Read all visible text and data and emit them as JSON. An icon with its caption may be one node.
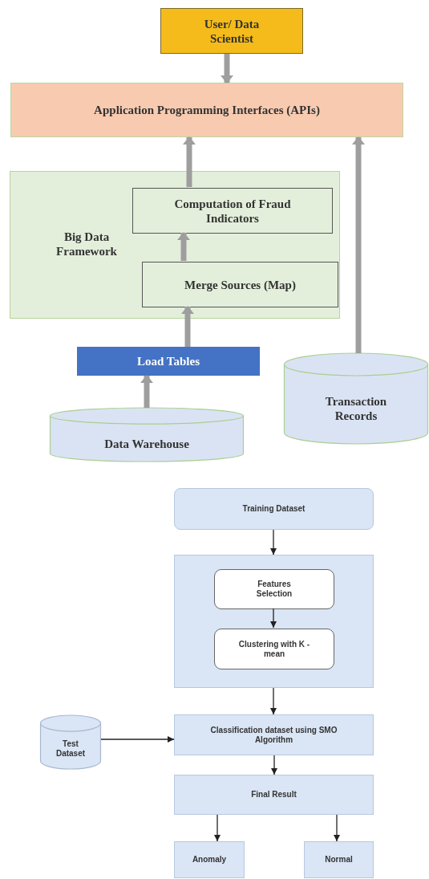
{
  "diagram": {
    "nodes": [
      {
        "text": [
          "User/ Data Scientist"
        ]
      },
      {
        "text": [
          "Application Programming Interfaces (APIs)"
        ]
      },
      {
        "text": [
          "Big Data Framework"
        ]
      },
      {
        "text": [
          "Computation of Fraud Indicators"
        ],
        "in": 2
      },
      {
        "text": [
          "Merge Sources (Map)"
        ],
        "in": 2
      },
      {
        "text": [
          "Load Tables"
        ]
      },
      {
        "text": [
          "Data Warehouse"
        ]
      },
      {
        "text": [
          "Transaction Records"
        ]
      },
      {
        "text": [
          "Training Dataset"
        ]
      },
      {
        "text": [],
        "shape": "box"
      },
      {
        "text": [
          "Features Selection"
        ],
        "in": 9
      },
      {
        "text": [
          "Clustering with K -mean"
        ],
        "in": 9
      },
      {
        "text": [
          "Classification dataset using SMO Algorithm"
        ]
      },
      {
        "text": [
          "Test Dataset"
        ]
      },
      {
        "text": [
          "Final Result"
        ]
      },
      {
        "text": [
          "Anomaly"
        ]
      },
      {
        "text": [
          "Normal"
        ]
      }
    ],
    "edges": [
      {
        "from": 0,
        "to": 1,
        "arrow": "to",
        "style": "thick",
        "color": "#9e9e9e"
      },
      {
        "from": 3,
        "to": 1,
        "arrow": "to",
        "style": "thick",
        "color": "#9e9e9e"
      },
      {
        "from": 4,
        "to": 3,
        "arrow": "to",
        "style": "thick",
        "color": "#9e9e9e"
      },
      {
        "from": 5,
        "to": 4,
        "arrow": "to",
        "style": "thick",
        "color": "#9e9e9e"
      },
      {
        "from": 6,
        "to": 5,
        "arrow": "to",
        "style": "thick",
        "color": "#9e9e9e"
      },
      {
        "from": 7,
        "to": 1,
        "arrow": "to",
        "style": "thick",
        "color": "#9e9e9e"
      },
      {
        "from": 8,
        "to": 9,
        "arrow": "to"
      },
      {
        "from": 10,
        "to": 11,
        "arrow": "to"
      },
      {
        "from": 9,
        "to": 12,
        "arrow": "to"
      },
      {
        "from": 13,
        "to": 12,
        "arrow": "to"
      },
      {
        "from": 12,
        "to": 14,
        "arrow": "to"
      },
      {
        "from": 14,
        "to": 15,
        "arrow": "to"
      },
      {
        "from": 14,
        "to": 16,
        "arrow": "to"
      }
    ]
  }
}
